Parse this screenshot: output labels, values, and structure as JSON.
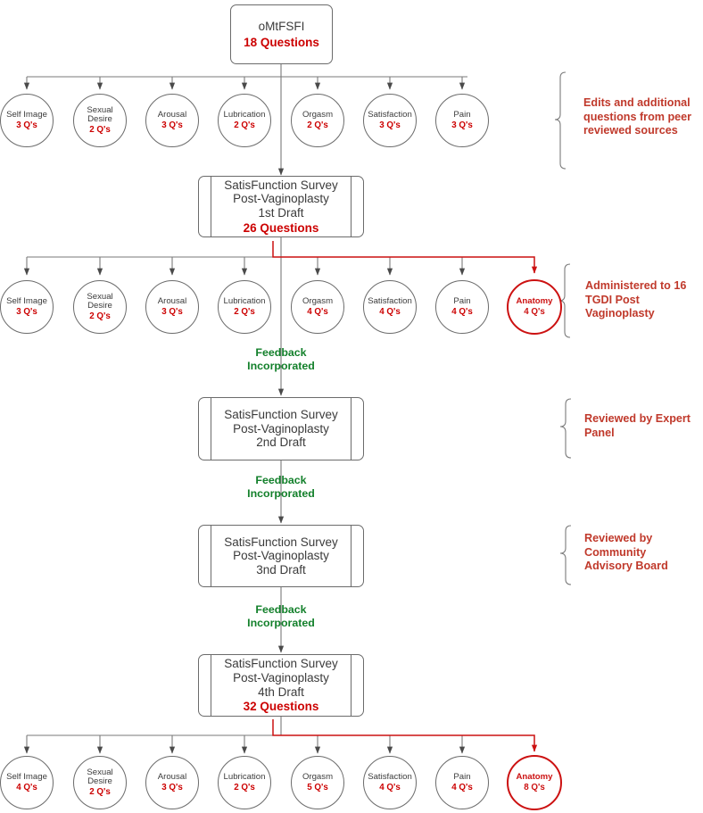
{
  "diagram": {
    "title_node": {
      "label": "oMtFSFI",
      "questions": "18 Questions"
    },
    "drafts": [
      {
        "id": "draft1",
        "line1": "SatisFunction Survey",
        "line2": "Post-Vaginoplasty",
        "line3": "1st Draft",
        "questions": "26 Questions"
      },
      {
        "id": "draft2",
        "line1": "SatisFunction Survey",
        "line2": "Post-Vaginoplasty",
        "line3": "2nd Draft",
        "questions": ""
      },
      {
        "id": "draft3",
        "line1": "SatisFunction Survey",
        "line2": "Post-Vaginoplasty",
        "line3": "3nd Draft",
        "questions": ""
      },
      {
        "id": "draft4",
        "line1": "SatisFunction Survey",
        "line2": "Post-Vaginoplasty",
        "line3": "4th Draft",
        "questions": "32 Questions"
      }
    ],
    "domain_rows": [
      {
        "id": "row-omtfsfi",
        "items": [
          {
            "label": "Self Image",
            "questions": "3 Q's",
            "highlight": false
          },
          {
            "label": "Sexual Desire",
            "questions": "2 Q's",
            "highlight": false
          },
          {
            "label": "Arousal",
            "questions": "3 Q's",
            "highlight": false
          },
          {
            "label": "Lubrication",
            "questions": "2 Q's",
            "highlight": false
          },
          {
            "label": "Orgasm",
            "questions": "2 Q's",
            "highlight": false
          },
          {
            "label": "Satisfaction",
            "questions": "3 Q's",
            "highlight": false
          },
          {
            "label": "Pain",
            "questions": "3 Q's",
            "highlight": false
          }
        ]
      },
      {
        "id": "row-draft1",
        "items": [
          {
            "label": "Self Image",
            "questions": "3 Q's",
            "highlight": false
          },
          {
            "label": "Sexual Desire",
            "questions": "2 Q's",
            "highlight": false
          },
          {
            "label": "Arousal",
            "questions": "3 Q's",
            "highlight": false
          },
          {
            "label": "Lubrication",
            "questions": "2 Q's",
            "highlight": false
          },
          {
            "label": "Orgasm",
            "questions": "4 Q's",
            "highlight": false
          },
          {
            "label": "Satisfaction",
            "questions": "4 Q's",
            "highlight": false
          },
          {
            "label": "Pain",
            "questions": "4 Q's",
            "highlight": false
          },
          {
            "label": "Anatomy",
            "questions": "4 Q's",
            "highlight": true
          }
        ]
      },
      {
        "id": "row-draft4",
        "items": [
          {
            "label": "Self Image",
            "questions": "4 Q's",
            "highlight": false
          },
          {
            "label": "Sexual Desire",
            "questions": "2 Q's",
            "highlight": false
          },
          {
            "label": "Arousal",
            "questions": "3 Q's",
            "highlight": false
          },
          {
            "label": "Lubrication",
            "questions": "2 Q's",
            "highlight": false
          },
          {
            "label": "Orgasm",
            "questions": "5 Q's",
            "highlight": false
          },
          {
            "label": "Satisfaction",
            "questions": "4 Q's",
            "highlight": false
          },
          {
            "label": "Pain",
            "questions": "4 Q's",
            "highlight": false
          },
          {
            "label": "Anatomy",
            "questions": "8 Q's",
            "highlight": true
          }
        ]
      }
    ],
    "annotations": [
      {
        "id": "annot-peer-review",
        "text": "Edits and additional questions from peer reviewed sources"
      },
      {
        "id": "annot-administered",
        "text": "Administered to 16 TGDI Post Vaginoplasty"
      },
      {
        "id": "annot-expert-panel",
        "text": "Reviewed by Expert Panel"
      },
      {
        "id": "annot-cab",
        "text": "Reviewed by Community Advisory Board"
      }
    ],
    "feedback_labels": [
      {
        "id": "feedback-1",
        "line1": "Feedback",
        "line2": "Incorporated"
      },
      {
        "id": "feedback-2",
        "line1": "Feedback",
        "line2": "Incorporated"
      },
      {
        "id": "feedback-3",
        "line1": "Feedback",
        "line2": "Incorporated"
      }
    ],
    "colors": {
      "accent_red": "#cc0000",
      "annotation_red": "#c0392b",
      "highlight_red": "#cc1111",
      "feedback_green": "#13802b",
      "stroke_gray": "#6b6b6b",
      "text_gray": "#3b3b3b"
    }
  }
}
